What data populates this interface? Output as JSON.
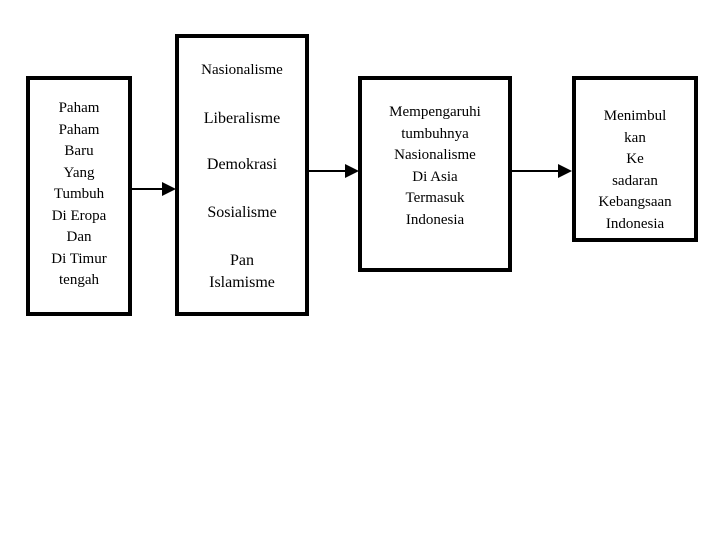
{
  "diagram": {
    "origins_box": {
      "text": "Paham\nPaham\nBaru\nYang\nTumbuh\nDi Eropa\nDan\nDi Timur\ntengah"
    },
    "ideologies_box": {
      "title": "Nasionalisme",
      "items": [
        "Liberalisme",
        "Demokrasi",
        "Sosialisme",
        "Pan\nIslamisme"
      ]
    },
    "influence_box": {
      "text": "Mempengaruhi\ntumbuhnya\nNasionalisme\nDi Asia\nTermasuk\nIndonesia"
    },
    "result_box": {
      "text": "Menimbul\nkan\nKe\nsadaran\nKebangsaan\nIndonesia"
    }
  }
}
